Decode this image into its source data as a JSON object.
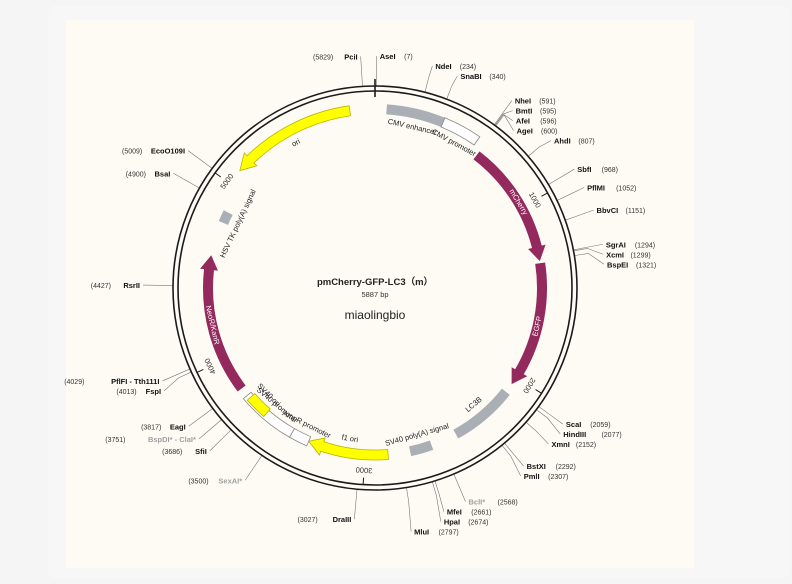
{
  "map": {
    "name": "pmCherry-GFP-LC3（m）",
    "length": "5887 bp",
    "watermark": "miaolingbio",
    "total_bp": 5887,
    "colors": {
      "backbone": "#1a1a1a",
      "coding": "#93295c",
      "ori": "#ffff00",
      "promoter": "#ffffff",
      "feature_gray": "#a9afb4",
      "site_gray": "#a0a0a0"
    }
  },
  "features": [
    {
      "label": "CMV enhancer",
      "start": 61,
      "end": 365,
      "kind": "gray",
      "lane": "outer"
    },
    {
      "label": "CMV promoter",
      "start": 365,
      "end": 568,
      "kind": "white",
      "lane": "outer"
    },
    {
      "label": "mCherry",
      "start": 612,
      "end": 1320,
      "kind": "coding",
      "lane": "inner",
      "dir": 1
    },
    {
      "label": "EGFP",
      "start": 1332,
      "end": 2046,
      "kind": "coding",
      "lane": "inner",
      "dir": 1
    },
    {
      "label": "LC3B",
      "start": 2100,
      "end": 2470,
      "kind": "gray",
      "lane": "inner"
    },
    {
      "label": "SV40 poly(A) signal",
      "start": 2620,
      "end": 2745,
      "kind": "gray",
      "lane": "inner"
    },
    {
      "label": "f1 ori",
      "start": 2870,
      "end": 3326,
      "kind": "ori",
      "lane": "inner",
      "dir": 1
    },
    {
      "label": "AmpR promoter",
      "start": 3326,
      "end": 3431,
      "kind": "white",
      "lane": "inner"
    },
    {
      "label": "SV40 promoter",
      "start": 3431,
      "end": 3760,
      "kind": "white",
      "lane": "inner"
    },
    {
      "label": "SV40 ori",
      "start": 3612,
      "end": 3740,
      "kind": "ori",
      "lane": "mid"
    },
    {
      "label": "NeoR/KanR",
      "start": 3810,
      "end": 4600,
      "kind": "coding",
      "lane": "inner",
      "dir": 1
    },
    {
      "label": "HSV TK poly(A) signal",
      "start": 4795,
      "end": 4860,
      "kind": "gray",
      "lane": "mid"
    },
    {
      "label": "ori",
      "start": 5085,
      "end": 5755,
      "kind": "ori",
      "lane": "outer",
      "dir": -1
    }
  ],
  "ticks": [
    {
      "label": "1000",
      "pos": 1000
    },
    {
      "label": "2000",
      "pos": 2000
    },
    {
      "label": "3000",
      "pos": 3000
    },
    {
      "label": "4000",
      "pos": 4000
    },
    {
      "label": "5000",
      "pos": 5000
    }
  ],
  "sites": [
    {
      "name": "PciI",
      "pos": "(5829)",
      "side": "L",
      "anchor": 5829,
      "gray": false
    },
    {
      "name": "AseI",
      "pos": "(7)",
      "side": "R",
      "anchor": 7,
      "gray": false
    },
    {
      "name": "NdeI",
      "pos": "(234)",
      "side": "R",
      "anchor": 234,
      "gray": false
    },
    {
      "name": "SnaBI",
      "pos": "(340)",
      "side": "R",
      "anchor": 340,
      "gray": false
    },
    {
      "name": "NheI",
      "pos": "(591)",
      "side": "R",
      "anchor": 591,
      "gray": false
    },
    {
      "name": "BmtI",
      "pos": "(595)",
      "side": "R",
      "anchor": 595,
      "gray": false
    },
    {
      "name": "AfeI",
      "pos": "(596)",
      "side": "R",
      "anchor": 596,
      "gray": false
    },
    {
      "name": "AgeI",
      "pos": "(600)",
      "side": "R",
      "anchor": 600,
      "gray": false
    },
    {
      "name": "AhdI",
      "pos": "(807)",
      "side": "R",
      "anchor": 807,
      "gray": false
    },
    {
      "name": "SbfI",
      "pos": "(968)",
      "side": "R",
      "anchor": 968,
      "gray": false
    },
    {
      "name": "PflMI",
      "pos": "(1052)",
      "side": "R",
      "anchor": 1052,
      "gray": false
    },
    {
      "name": "BbvCI",
      "pos": "(1151)",
      "side": "R",
      "anchor": 1151,
      "gray": false
    },
    {
      "name": "SgrAI",
      "pos": "(1294)",
      "side": "R",
      "anchor": 1294,
      "gray": false
    },
    {
      "name": "XcmI",
      "pos": "(1299)",
      "side": "R",
      "anchor": 1299,
      "gray": false
    },
    {
      "name": "BspEI",
      "pos": "(1321)",
      "side": "R",
      "anchor": 1321,
      "gray": false
    },
    {
      "name": "ScaI",
      "pos": "(2059)",
      "side": "R",
      "anchor": 2059,
      "gray": false
    },
    {
      "name": "HindIII",
      "pos": "(2077)",
      "side": "R",
      "anchor": 2077,
      "gray": false
    },
    {
      "name": "XmnI",
      "pos": "(2152)",
      "side": "R",
      "anchor": 2152,
      "gray": false
    },
    {
      "name": "BstXI",
      "pos": "(2292)",
      "side": "R",
      "anchor": 2292,
      "gray": false
    },
    {
      "name": "PmlI",
      "pos": "(2307)",
      "side": "R",
      "anchor": 2307,
      "gray": false
    },
    {
      "name": "BclI*",
      "pos": "(2568)",
      "side": "R",
      "anchor": 2568,
      "gray": true
    },
    {
      "name": "MfeI",
      "pos": "(2661)",
      "side": "R",
      "anchor": 2661,
      "gray": false
    },
    {
      "name": "HpaI",
      "pos": "(2674)",
      "side": "R",
      "anchor": 2674,
      "gray": false
    },
    {
      "name": "MluI",
      "pos": "(2797)",
      "side": "R",
      "anchor": 2797,
      "gray": false
    },
    {
      "name": "DraIII",
      "pos": "(3027)",
      "side": "L",
      "anchor": 3027,
      "gray": false
    },
    {
      "name": "SexAI*",
      "pos": "(3500)",
      "side": "L",
      "anchor": 3500,
      "gray": true
    },
    {
      "name": "SfiI",
      "pos": "(3686)",
      "side": "L",
      "anchor": 3686,
      "gray": false
    },
    {
      "name": "BspDI* - ClaI*",
      "pos": "(3751)",
      "side": "L",
      "anchor": 3751,
      "gray": true
    },
    {
      "name": "EagI",
      "pos": "(3817)",
      "side": "L",
      "anchor": 3817,
      "gray": false
    },
    {
      "name": "FspI",
      "pos": "(4013)",
      "side": "L",
      "anchor": 4013,
      "gray": false
    },
    {
      "name": "PflFI - Tth111I",
      "pos": "(4029)",
      "side": "L",
      "anchor": 4029,
      "gray": false
    },
    {
      "name": "RsrII",
      "pos": "(4427)",
      "side": "L",
      "anchor": 4427,
      "gray": false
    },
    {
      "name": "BsaI",
      "pos": "(4900)",
      "side": "L",
      "anchor": 4900,
      "gray": false
    },
    {
      "name": "EcoO109I",
      "pos": "(5009)",
      "side": "L",
      "anchor": 5009,
      "gray": false
    }
  ]
}
